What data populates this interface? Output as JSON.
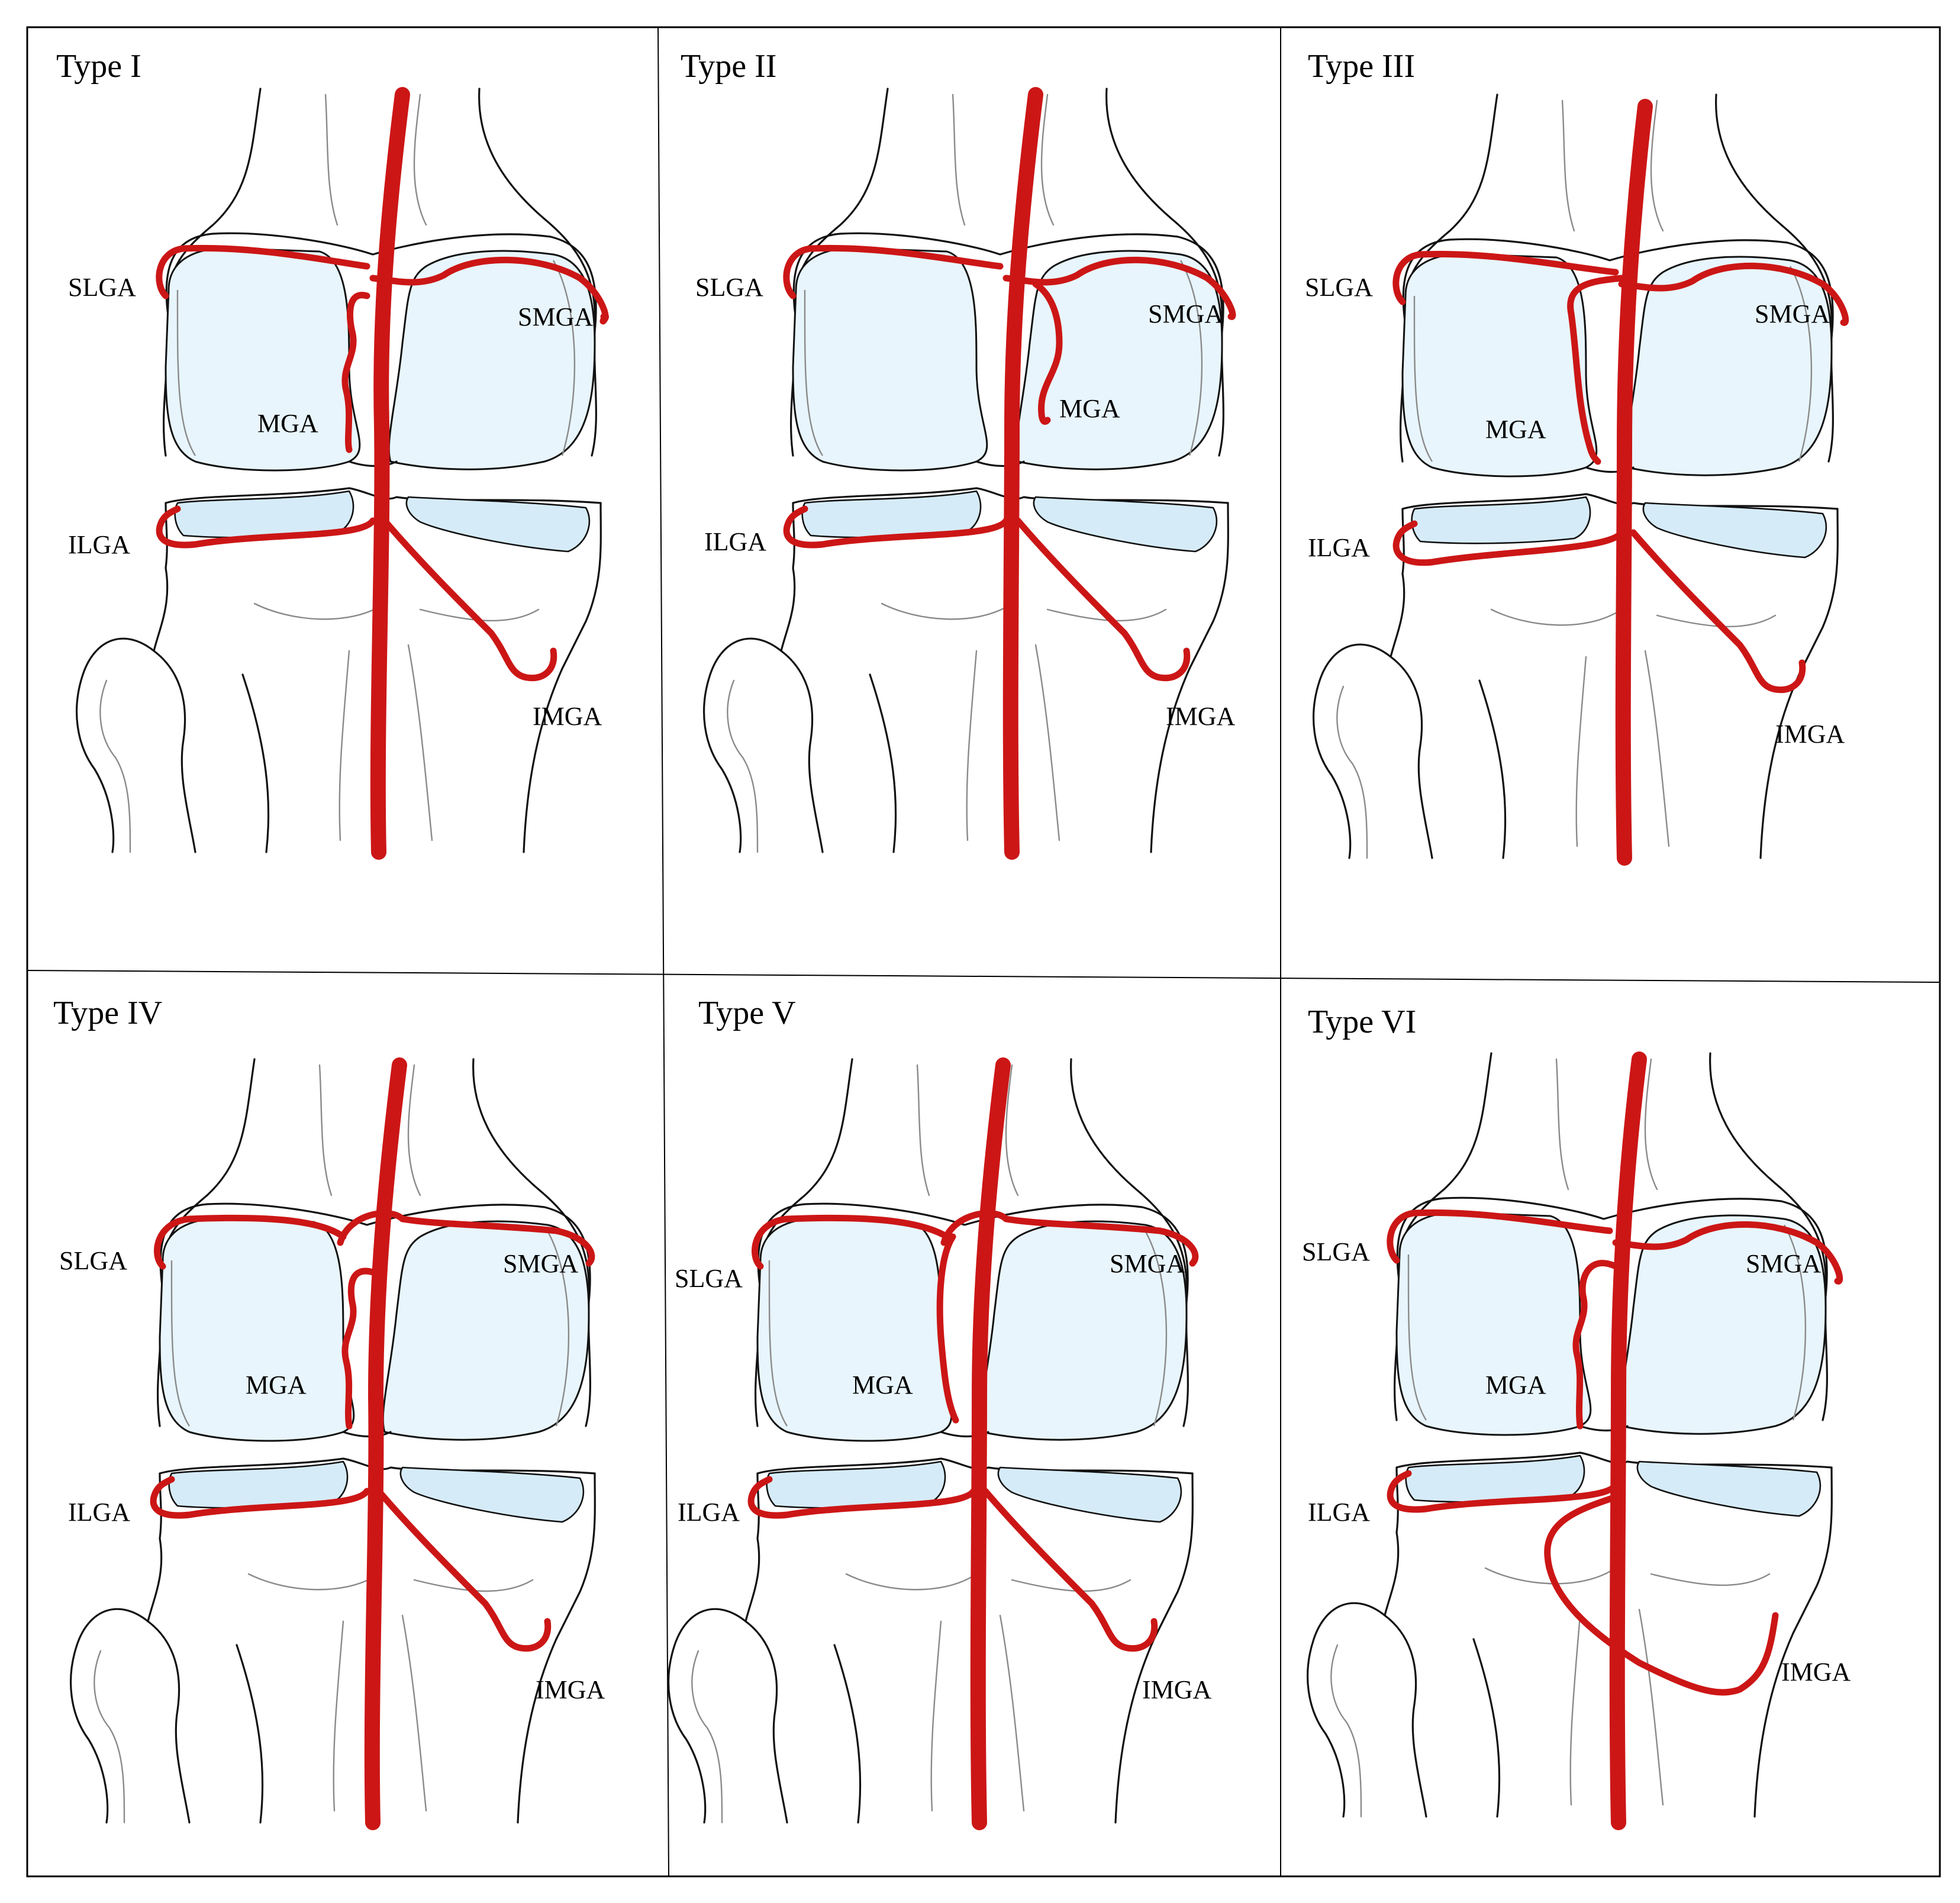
{
  "panels": [
    {
      "id": "type-1",
      "title": "Type I",
      "labels": {
        "slga": "SLGA",
        "smga": "SMGA",
        "mga": "MGA",
        "ilga": "ILGA",
        "imga": "IMGA"
      }
    },
    {
      "id": "type-2",
      "title": "Type II",
      "labels": {
        "slga": "SLGA",
        "smga": "SMGA",
        "mga": "MGA",
        "ilga": "ILGA",
        "imga": "IMGA"
      }
    },
    {
      "id": "type-3",
      "title": "Type III",
      "labels": {
        "slga": "SLGA",
        "smga": "SMGA",
        "mga": "MGA",
        "ilga": "ILGA",
        "imga": "IMGA"
      }
    },
    {
      "id": "type-4",
      "title": "Type IV",
      "labels": {
        "slga": "SLGA",
        "smga": "SMGA",
        "mga": "MGA",
        "ilga": "ILGA",
        "imga": "IMGA"
      }
    },
    {
      "id": "type-5",
      "title": "Type V",
      "labels": {
        "slga": "SLGA",
        "smga": "SMGA",
        "mga": "MGA",
        "ilga": "ILGA",
        "imga": "IMGA"
      }
    },
    {
      "id": "type-6",
      "title": "Type VI",
      "labels": {
        "slga": "SLGA",
        "smga": "SMGA",
        "mga": "MGA",
        "ilga": "ILGA",
        "imga": "IMGA"
      }
    }
  ],
  "colors": {
    "artery": "#cc1616",
    "cartilage": "#e8f5fc",
    "meniscus": "#d6ebf8",
    "outline": "#111111"
  }
}
